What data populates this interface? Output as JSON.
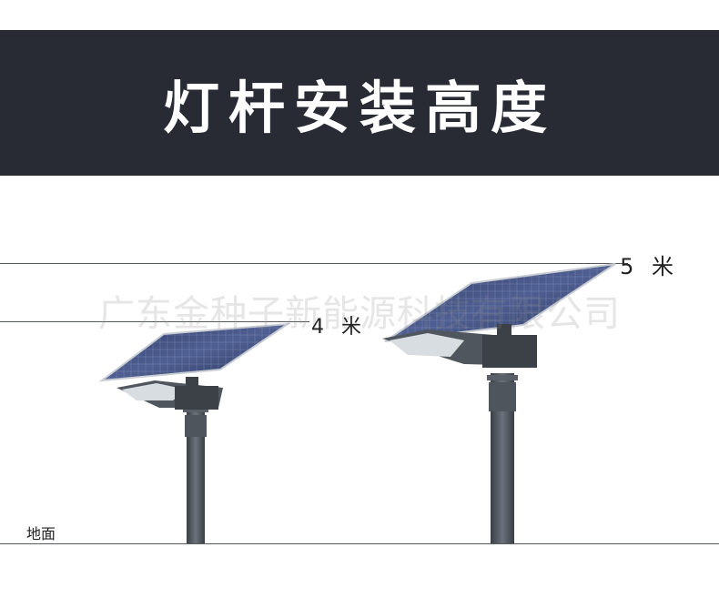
{
  "banner": {
    "title": "灯杆安装高度"
  },
  "heights": [
    {
      "label": "5 米"
    },
    {
      "label": "4 米"
    }
  ],
  "ground": {
    "label": "地面"
  },
  "watermark": {
    "text": "广东金种子新能源科技有限公司"
  },
  "colors": {
    "banner_bg": "#282a34",
    "pole": "#4a5058",
    "solar_panel": "#3b4a7a"
  }
}
